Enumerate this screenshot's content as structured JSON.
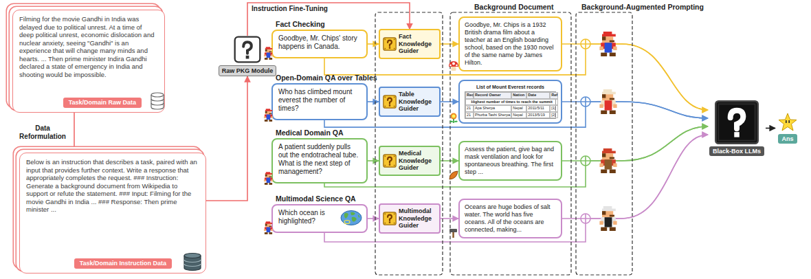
{
  "diagram": {
    "nodes": [
      {
        "text": [
          "Filming for the movie Gandhi in India was delayed due to political unrest. At a time of deep political unrest, economic dislocation and nuclear anxiety, seeing \"Gandhi\" is an experience that will change many minds and hearts. ... Then prime minister Indira Gandhi declared a state of emergency in India and shooting would be impossible."
        ]
      },
      {
        "text": [
          "Task/Domain Raw Data"
        ],
        "in": 0
      },
      {
        "text": [
          "Below is an instruction that describes a task, paired with an input that provides further context. Write a response that appropriately completes the request. ### Instruction: Generate a background document from Wikipedia to support or refute the statement. ### Input: Filming for the movie Gandhi in India ... ### Response: Then prime minister ..."
        ]
      },
      {
        "text": [
          "Task/Domain Instruction Data"
        ],
        "in": 2
      },
      {
        "text": [
          "Raw PKG Module"
        ]
      },
      {
        "text": [
          "Goodbye, Mr. Chips' story happens in Canada."
        ]
      },
      {
        "text": [
          "Fact Knowledge Guider"
        ]
      },
      {
        "text": [
          "Goodbye, Mr. Chips is a 1932 British drama film about a teacher at an English boarding school, based on the 1930 novel of the same name by James Hilton."
        ]
      },
      {
        "text": [
          "Who has climbed mount everest the number of times?"
        ]
      },
      {
        "text": [
          "Table Knowledge Guider"
        ]
      },
      {
        "text": [
          "List of Mount Everest records"
        ]
      },
      {
        "text": [
          "A patient suddenly pulls out the endotracheal tube. What is the next step of management?"
        ]
      },
      {
        "text": [
          "Medical Knowledge Guider"
        ]
      },
      {
        "text": [
          "Assess the patient, give bag and mask ventilation and look for spontaneous breathing. The first step ..."
        ]
      },
      {
        "text": [
          "Which ocean is highlighted?"
        ]
      },
      {
        "text": [
          "Multimodal Knowledge Guider"
        ]
      },
      {
        "text": [
          "Oceans are huge bodies of salt water. The world has five oceans. All of the oceans are connected, making..."
        ]
      },
      {
        "text": [
          "Black-Box LLMs"
        ]
      },
      {
        "text": [
          "Ans"
        ]
      }
    ],
    "edges": [
      {
        "from": 0,
        "to": 2,
        "arrow": "to",
        "label": "Data Reformulation"
      },
      {
        "from": 2,
        "to": 4,
        "arrow": "to"
      },
      {
        "from": 4,
        "to": 6,
        "arrow": "to",
        "label": "Instruction Fine-Tuning"
      },
      {
        "from": 5,
        "to": 6,
        "arrow": "to"
      },
      {
        "from": 6,
        "to": 7,
        "arrow": "to"
      },
      {
        "from": 7,
        "to": 17,
        "arrow": "to"
      },
      {
        "from": 5,
        "to": 17,
        "arrow": "to"
      },
      {
        "from": 8,
        "to": 9,
        "arrow": "to"
      },
      {
        "from": 9,
        "to": 10,
        "arrow": "to"
      },
      {
        "from": 10,
        "to": 17,
        "arrow": "to"
      },
      {
        "from": 8,
        "to": 17,
        "arrow": "to"
      },
      {
        "from": 11,
        "to": 12,
        "arrow": "to"
      },
      {
        "from": 12,
        "to": 13,
        "arrow": "to"
      },
      {
        "from": 13,
        "to": 17,
        "arrow": "to"
      },
      {
        "from": 11,
        "to": 17,
        "arrow": "to"
      },
      {
        "from": 14,
        "to": 15,
        "arrow": "to"
      },
      {
        "from": 15,
        "to": 16,
        "arrow": "to"
      },
      {
        "from": 16,
        "to": 17,
        "arrow": "to"
      },
      {
        "from": 14,
        "to": 17,
        "arrow": "to"
      },
      {
        "from": 17,
        "to": 18,
        "arrow": "to"
      }
    ],
    "labels": [
      "Fact Checking",
      "Open-Domain QA over Tables",
      "Medical Domain QA",
      "Multimodal Science QA",
      "Background Document",
      "Background-Augmented Prompting",
      "Record",
      "Record Owner",
      "Nation",
      "Date",
      "Ref",
      "Highest number of times to reach the summit",
      "21",
      "Apa Sherpa",
      "Nepal",
      "2011/5/11",
      "[1]",
      "21",
      "Phurba Tashi Sherpa",
      "Nepal",
      "2013/5/19",
      "[2]"
    ]
  }
}
